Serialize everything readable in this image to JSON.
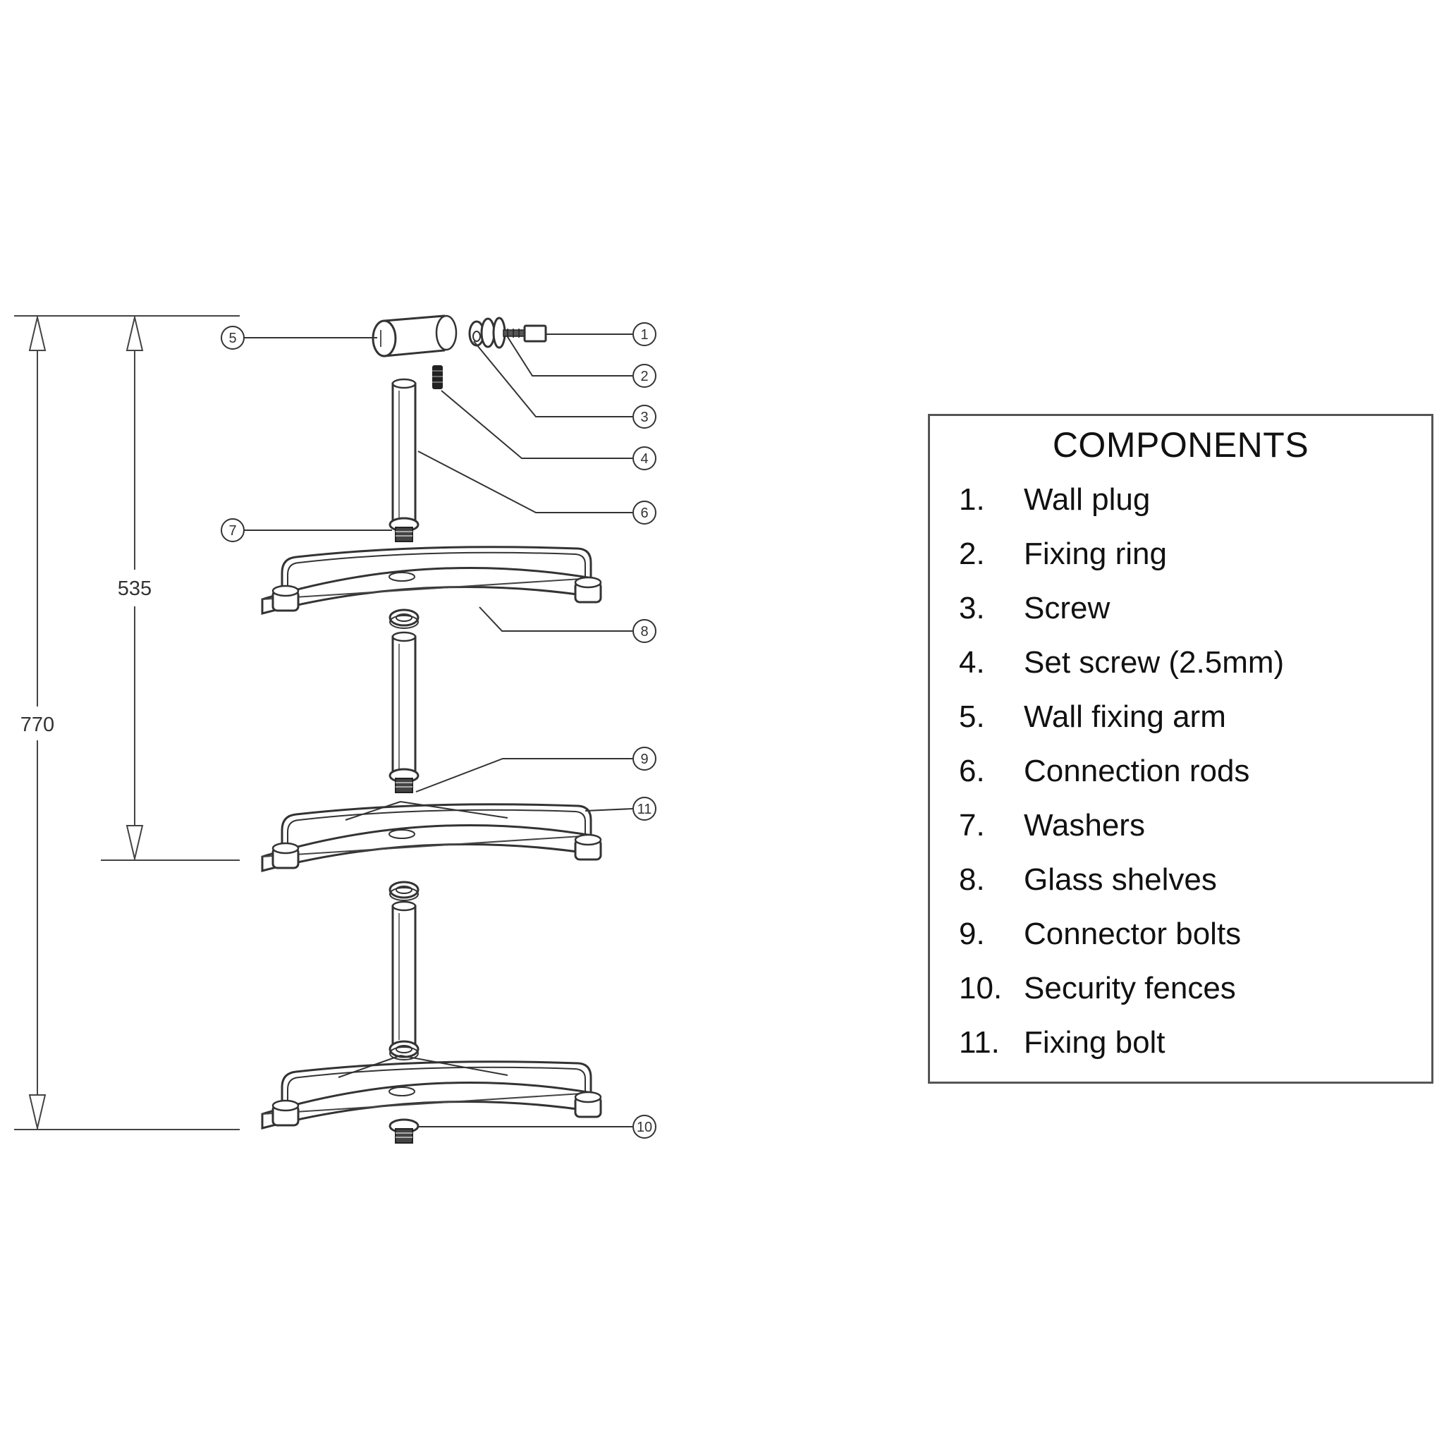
{
  "dimensions": {
    "overall_height": "770",
    "upper_height": "535"
  },
  "callout_numbers": [
    "1",
    "2",
    "3",
    "4",
    "5",
    "6",
    "7",
    "8",
    "9",
    "10",
    "11"
  ],
  "components": {
    "title": "COMPONENTS",
    "items": [
      {
        "num": "1.",
        "label": "Wall plug"
      },
      {
        "num": "2.",
        "label": "Fixing ring"
      },
      {
        "num": "3.",
        "label": "Screw"
      },
      {
        "num": "4.",
        "label": "Set screw (2.5mm)"
      },
      {
        "num": "5.",
        "label": "Wall fixing arm"
      },
      {
        "num": "6.",
        "label": "Connection rods"
      },
      {
        "num": "7.",
        "label": "Washers"
      },
      {
        "num": "8.",
        "label": "Glass shelves"
      },
      {
        "num": "9.",
        "label": "Connector bolts"
      },
      {
        "num": "10.",
        "label": "Security fences"
      },
      {
        "num": "11.",
        "label": "Fixing bolt"
      }
    ]
  }
}
